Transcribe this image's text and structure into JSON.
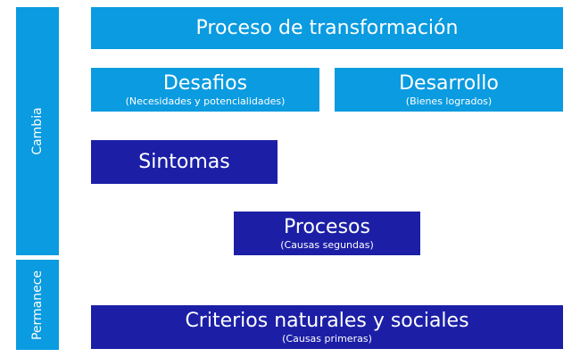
{
  "sidebar": {
    "change_label": "Cambia",
    "permanent_label": "Permanece"
  },
  "header": {
    "title": "Proceso de transformación"
  },
  "challenges": {
    "title": "Desafios",
    "subtitle": "(Necesidades y potencialidades)"
  },
  "development": {
    "title": "Desarrollo",
    "subtitle": "(Bienes logrados)"
  },
  "symptoms": {
    "title": "Sintomas"
  },
  "processes": {
    "title": "Procesos",
    "subtitle": "(Causas segundas)"
  },
  "criteria": {
    "title": "Criterios naturales y sociales",
    "subtitle": "(Causas primeras)"
  },
  "colors": {
    "light_blue": "#0a9be0",
    "dark_blue": "#1c1fa6"
  }
}
